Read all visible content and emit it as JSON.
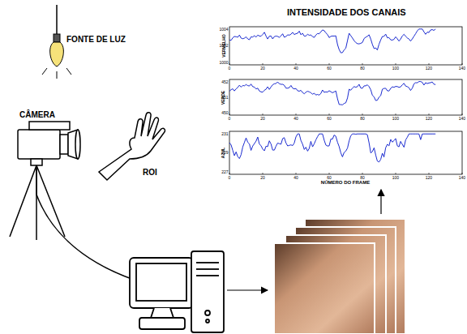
{
  "diagram": {
    "title": "INTENSIDADE DOS CANAIS",
    "labels": [
      "FONTE DE LUZ",
      "CÂMERA",
      "ROI",
      "VERMELHO",
      "VERDE",
      "AZUL",
      "NÚMERO DO FRAME",
      "0",
      "20",
      "40",
      "60",
      "80",
      "100",
      "120",
      "140",
      "0",
      "20",
      "40",
      "60",
      "80",
      "100",
      "120",
      "140",
      "0",
      "20",
      "40",
      "60",
      "80",
      "100",
      "120",
      "140",
      "1004",
      "1002",
      "1000",
      "452",
      "451",
      "450",
      "231",
      "229",
      "227"
    ]
  }
}
